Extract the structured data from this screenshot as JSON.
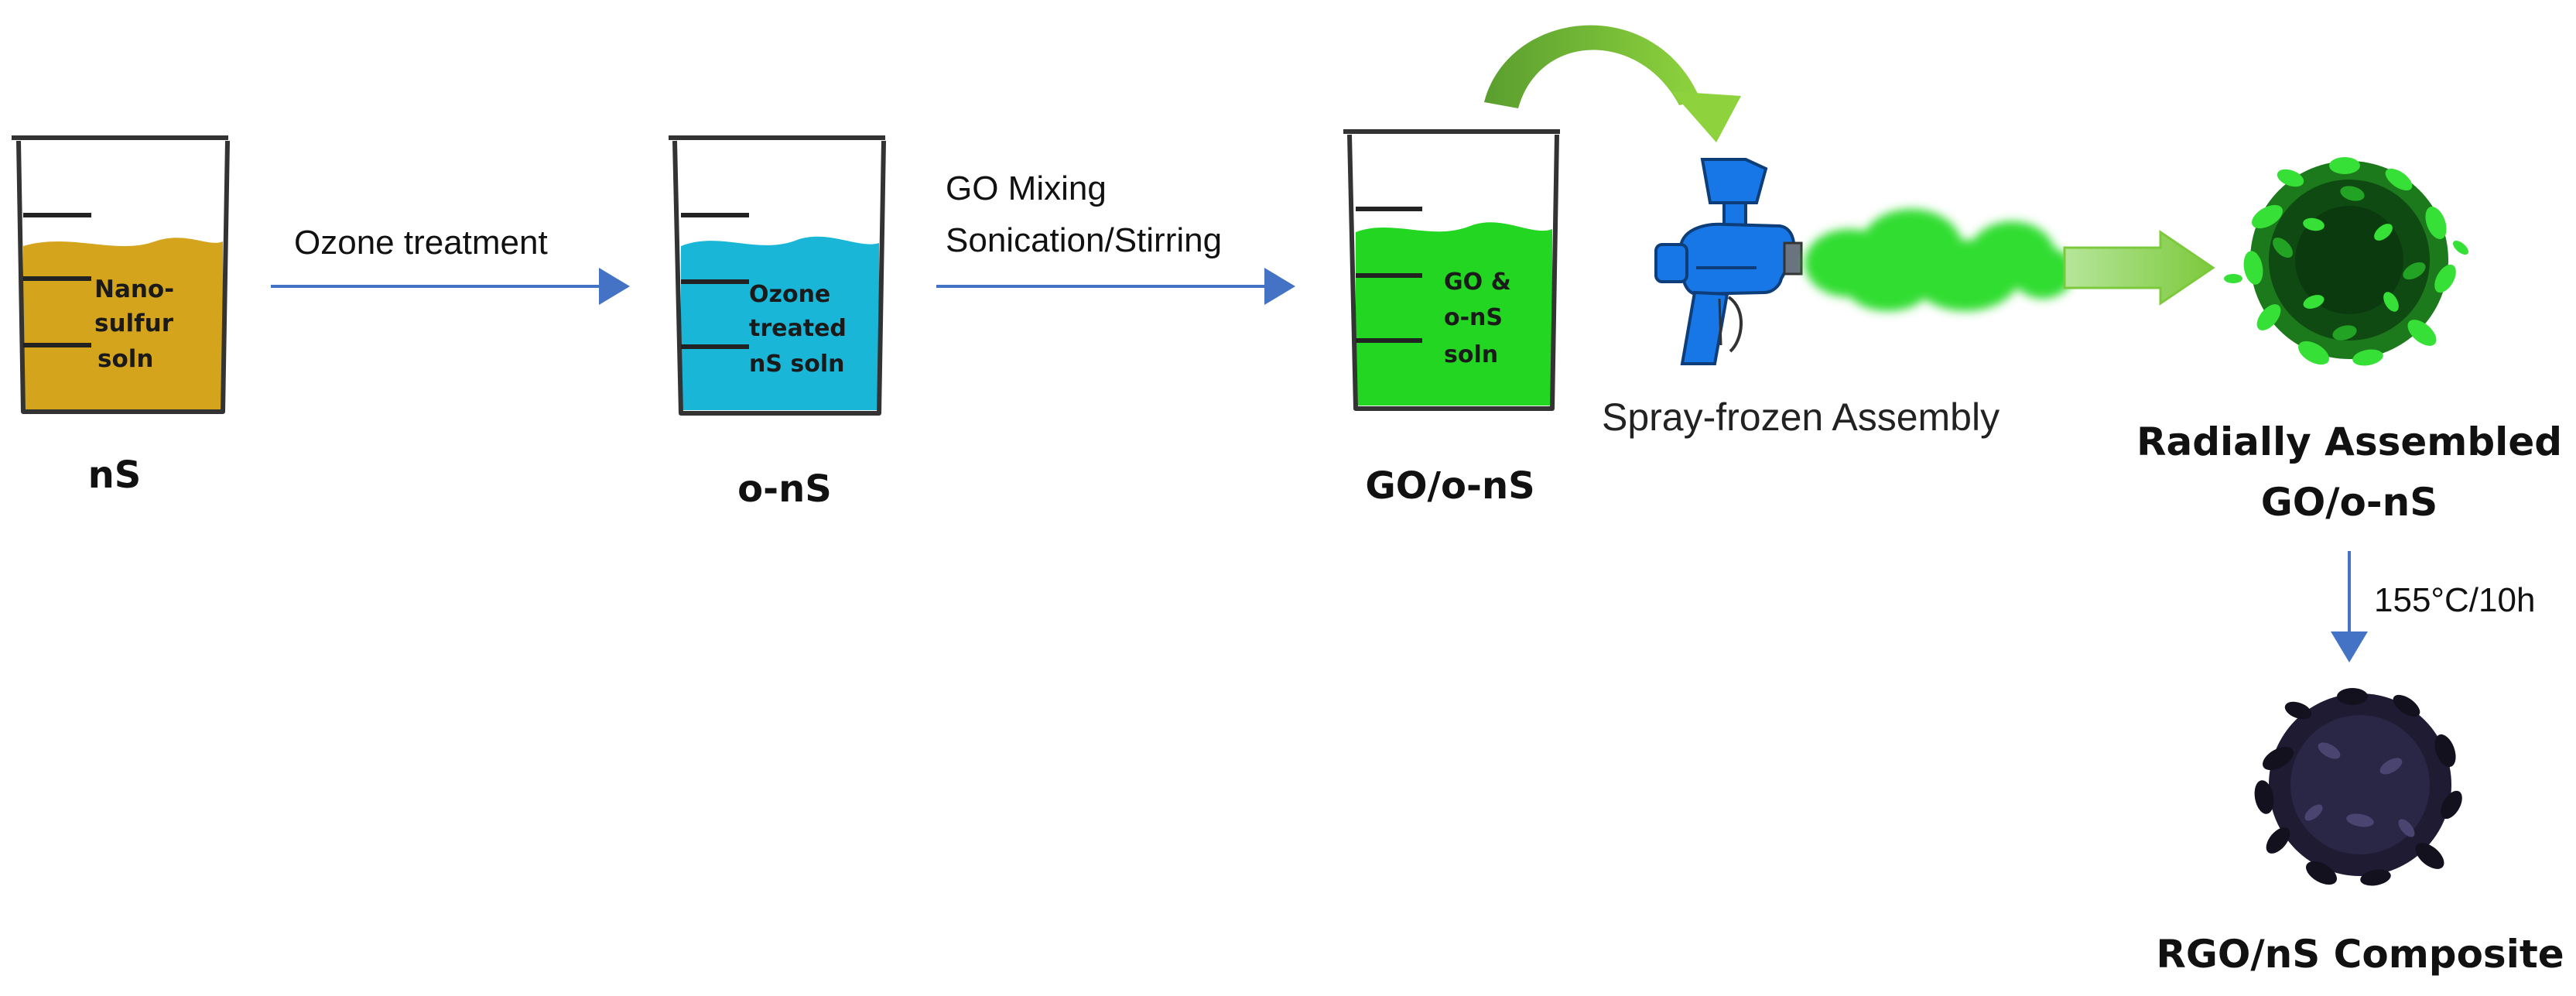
{
  "beakers": [
    {
      "id": "ns",
      "lines": [
        "Nano-",
        "sulfur",
        "soln"
      ],
      "caption": "nS",
      "color": "#d4a41c"
    },
    {
      "id": "o-ns",
      "lines": [
        "Ozone",
        "treated",
        "nS soln"
      ],
      "caption": "o-nS",
      "color": "#1ab6d8"
    },
    {
      "id": "go-ons",
      "lines": [
        "GO &",
        "o-nS",
        "soln"
      ],
      "caption": "GO/o-nS",
      "color": "#22d622"
    }
  ],
  "steps": {
    "ozone": "Ozone treatment",
    "mixing_line1": "GO Mixing",
    "mixing_line2": "Sonication/Stirring",
    "spray": "Spray-frozen Assembly",
    "heat": "155°C/10h"
  },
  "products": {
    "radial_line1": "Radially Assembled",
    "radial_line2": "GO/o-nS",
    "composite": "RGO/nS Composite"
  },
  "colors": {
    "arrow_blue": "#4472c4",
    "spray_green": "#33dd33",
    "curve_green": "#66b832",
    "block_arrow": "#8fd24a",
    "gun_blue": "#1877e6",
    "dark_particle": "#1f1b33"
  }
}
